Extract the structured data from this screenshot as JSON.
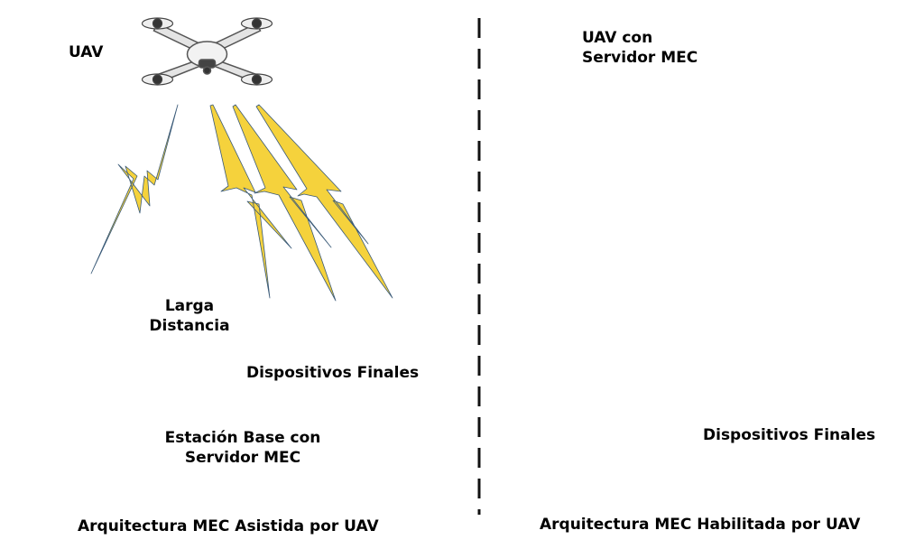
{
  "left_panel": {
    "uav_label": "UAV",
    "distance_label_line1": "Larga",
    "distance_label_line2": "Distancia",
    "devices_label": "Dispositivos Finales",
    "base_station_line1": "Estación Base con",
    "base_station_line2": "Servidor MEC",
    "caption": "Arquitectura MEC Asistida por UAV"
  },
  "right_panel": {
    "uav_label_line1": "UAV con",
    "uav_label_line2": "Servidor MEC",
    "devices_label": "Dispositivos Finales",
    "caption": "Arquitectura MEC Habilitada por UAV"
  },
  "colors": {
    "lightning": "#f5d23c",
    "lightning_edge": "#3a5a78",
    "tower_ring_outer": "#fbe3a8",
    "tower_ring_inner": "#f6cc6c",
    "tower_light": "#e8806e",
    "divider": "#111111"
  },
  "icons": [
    "drone-icon",
    "car-icon",
    "router-icon",
    "signal-icon",
    "cloud-server-icon",
    "tower-icon",
    "double-arrow-icon"
  ]
}
